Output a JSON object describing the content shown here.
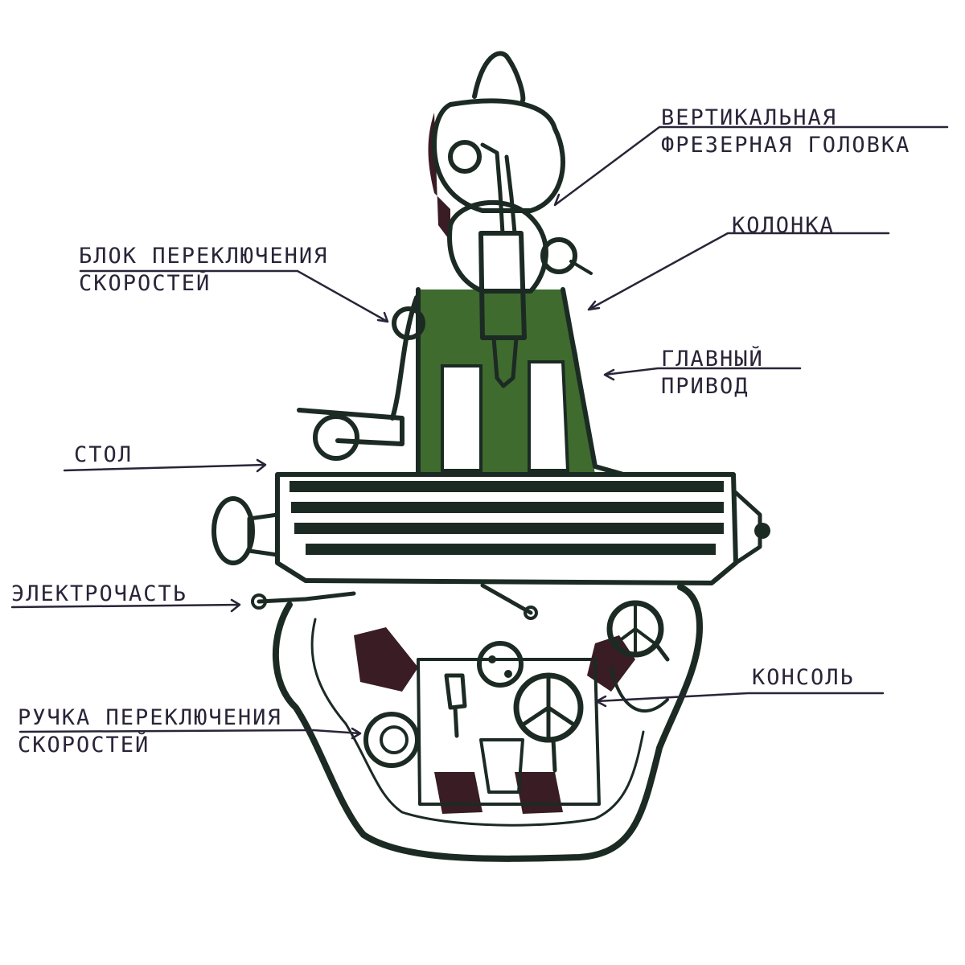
{
  "colors": {
    "ink": "#1c2a24",
    "label_ink": "#2a2438",
    "green": "#3f6b2e",
    "maroon": "#3a1c24",
    "paper": "#ffffff"
  },
  "labels": {
    "vertical_head": {
      "line1": "ВЕРТИКАЛЬНАЯ",
      "line2": "ФРЕЗЕРНАЯ ГОЛОВКА"
    },
    "column": {
      "line1": "КОЛОНКА"
    },
    "speed_block": {
      "line1": "БЛОК ПЕРЕКЛЮЧЕНИЯ",
      "line2": "СКОРОСТЕЙ"
    },
    "main_drive": {
      "line1": "ГЛАВНЫЙ",
      "line2": "ПРИВОД"
    },
    "table": {
      "line1": "СТОЛ"
    },
    "electrical": {
      "line1": "ЭЛЕКТРОЧАСТЬ"
    },
    "console": {
      "line1": "КОНСОЛЬ"
    },
    "speed_handle": {
      "line1": "РУЧКА ПЕРЕКЛЮЧЕНИЯ",
      "line2": "СКОРОСТЕЙ"
    }
  }
}
